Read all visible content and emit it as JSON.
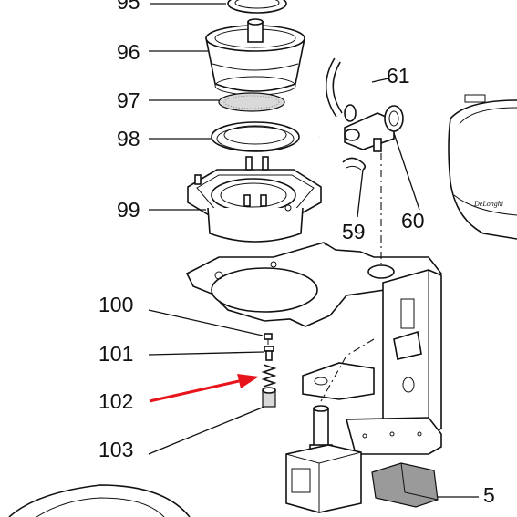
{
  "diagram": {
    "labels": [
      {
        "id": "95",
        "text": "95"
      },
      {
        "id": "96",
        "text": "96"
      },
      {
        "id": "97",
        "text": "97"
      },
      {
        "id": "98",
        "text": "98"
      },
      {
        "id": "99",
        "text": "99"
      },
      {
        "id": "100",
        "text": "100"
      },
      {
        "id": "101",
        "text": "101"
      },
      {
        "id": "102",
        "text": "102"
      },
      {
        "id": "103",
        "text": "103"
      },
      {
        "id": "61",
        "text": "61"
      },
      {
        "id": "59",
        "text": "59"
      },
      {
        "id": "60",
        "text": "60"
      },
      {
        "id": "5",
        "text": "5"
      }
    ],
    "brand_mark": "DeLonghi",
    "highlight_arrow_color": "#e8141b",
    "line_color": "#111111"
  }
}
